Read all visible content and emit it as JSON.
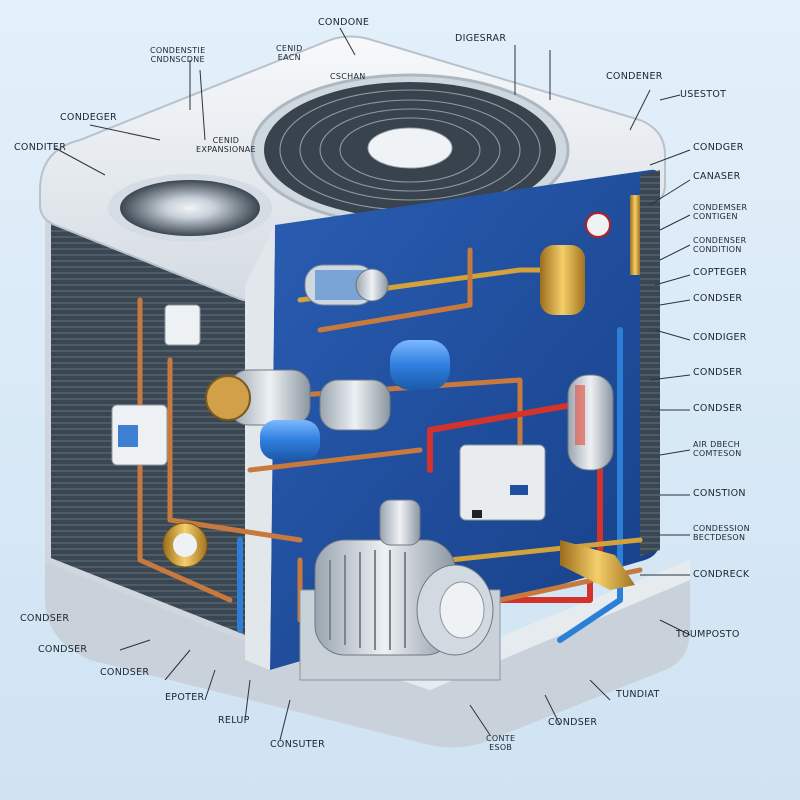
{
  "callouts": {
    "top_condone": "CONDONE",
    "top_left_condenser_line1": "CONDENSTIE",
    "top_left_condenser_line2": "CNDNSCDNE",
    "top_small_1_line1": "CENID",
    "top_small_1_line2": "EACN",
    "top_small_2": "CSCHAN",
    "top_small_3_line1": "CENID",
    "top_small_3_line2": "EXPANSIONAE",
    "top_right_1": "DIGESRAR",
    "top_right_2": "CONDENER",
    "top_right_3": "USESTOT",
    "left_condenser_top": "CONDEGER",
    "left_conditer": "CONDITER",
    "right_1": "CONDGER",
    "right_2": "CANASER",
    "right_3_line1": "CONDEMSER",
    "right_3_line2": "CONTIGEN",
    "right_4_line1": "CONDENSER",
    "right_4_line2": "CONDITION",
    "right_5": "COPTEGER",
    "right_6": "CONDSER",
    "right_7": "CONDIGER",
    "right_8": "CONDSER",
    "right_9": "CONDSER",
    "right_10_line1": "AIR DBECH",
    "right_10_line2": "COMTESON",
    "right_11": "CONSTION",
    "right_12_line1": "CONDESSION",
    "right_12_line2": "BECTDESON",
    "right_13": "CONDRECK",
    "right_14": "TOUMPOSTO",
    "bottom_left_1": "CONDSER",
    "bottom_left_2": "CONDSER",
    "bottom_left_3": "CONDSER",
    "bottom_4": "EPOTER",
    "bottom_5": "RELUP",
    "bottom_6": "CONSUTER",
    "bottom_7_line1": "CONTE",
    "bottom_7_line2": "ESOB",
    "bottom_8": "CONDSER",
    "bottom_9": "TUNDIAT"
  },
  "colors": {
    "background": "#d6e9f7",
    "panel_blue": "#1f4fa0",
    "housing": "#e9edf1",
    "copper": "#c87a3e",
    "red_pipe": "#d4332b",
    "blue_pipe": "#2c7fd6",
    "brass": "#d3a23a"
  }
}
